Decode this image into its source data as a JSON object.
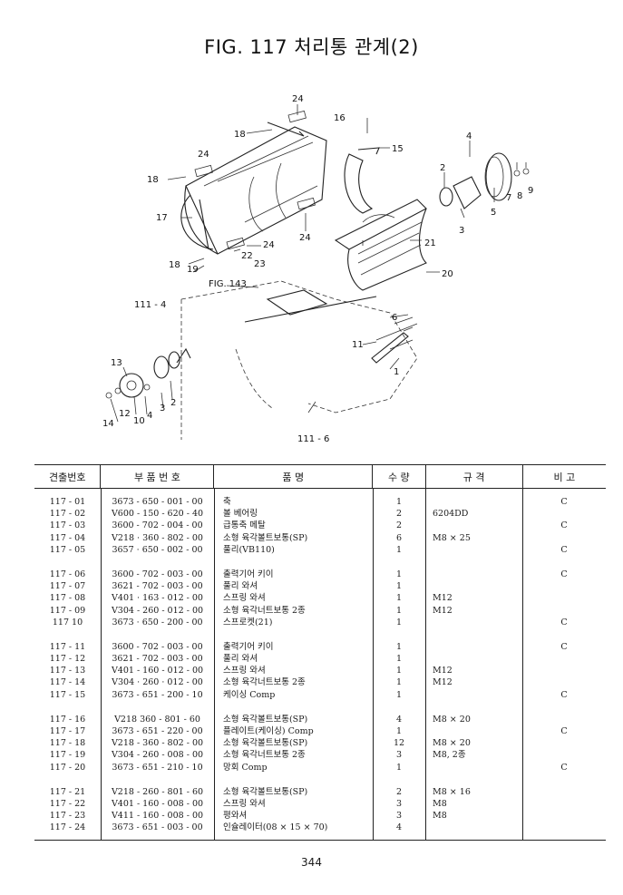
{
  "title": "FIG. 117 처리통 관계(2)",
  "callouts": {
    "c24a": "24",
    "c16": "16",
    "c18a": "18",
    "c15": "15",
    "c24b": "24",
    "c4a": "4",
    "c18b": "18",
    "c2a": "2",
    "c7": "7",
    "c8": "8",
    "c9": "9",
    "c17": "17",
    "c5": "5",
    "c3a": "3",
    "c24c": "24",
    "c21": "21",
    "c24d": "24",
    "c18c": "18",
    "c22": "22",
    "c19": "19",
    "c23": "23",
    "c20": "20",
    "fig143": "FIG. 143",
    "c111_4": "111 - 4",
    "c6": "6",
    "c11": "11",
    "c1": "1",
    "c13": "13",
    "c2b": "2",
    "c14": "14",
    "c12": "12",
    "c10": "10",
    "c4b": "4",
    "c3b": "3",
    "c111_6": "111 - 6"
  },
  "table": {
    "headers": {
      "col1": "견출번호",
      "col2": "부 품 번 호",
      "col3": "품          명",
      "col4": "수 량",
      "col5": "규      격",
      "col6": "비  고"
    },
    "groups": [
      [
        {
          "no": "117 - 01",
          "part": "3673 - 650 - 001 - 00",
          "name": "축",
          "qty": "1",
          "spec": "",
          "note": "C"
        },
        {
          "no": "117 - 02",
          "part": "V600 - 150 - 620 - 40",
          "name": "볼 베어링",
          "qty": "2",
          "spec": "6204DD",
          "note": ""
        },
        {
          "no": "117 - 03",
          "part": "3600 - 702 - 004 - 00",
          "name": "급통축 메탈",
          "qty": "2",
          "spec": "",
          "note": "C"
        },
        {
          "no": "117 - 04",
          "part": "V218 · 360 - 802 - 00",
          "name": "소형 육각볼트보통(SP)",
          "qty": "6",
          "spec": "M8 × 25",
          "note": ""
        },
        {
          "no": "117 - 05",
          "part": "3657 · 650 - 002 - 00",
          "name": "풀리(VB110)",
          "qty": "1",
          "spec": "",
          "note": "C"
        }
      ],
      [
        {
          "no": "117 - 06",
          "part": "3600 - 702 - 003 - 00",
          "name": "출력기어 키이",
          "qty": "1",
          "spec": "",
          "note": "C"
        },
        {
          "no": "117 - 07",
          "part": "3621 - 702 - 003 - 00",
          "name": "풀리 와셔",
          "qty": "1",
          "spec": "",
          "note": ""
        },
        {
          "no": "117 - 08",
          "part": "V401 · 163 - 012 - 00",
          "name": "스프링 와셔",
          "qty": "1",
          "spec": "M12",
          "note": ""
        },
        {
          "no": "117 - 09",
          "part": "V304 - 260 - 012 - 00",
          "name": "소형 육각너트보통 2종",
          "qty": "1",
          "spec": "M12",
          "note": ""
        },
        {
          "no": "117   10",
          "part": "3673 · 650 - 200 - 00",
          "name": "스프로켓(21)",
          "qty": "1",
          "spec": "",
          "note": "C"
        }
      ],
      [
        {
          "no": "117 - 11",
          "part": "3600 - 702 - 003 - 00",
          "name": "출력기어 키이",
          "qty": "1",
          "spec": "",
          "note": "C"
        },
        {
          "no": "117 - 12",
          "part": "3621 - 702 - 003 - 00",
          "name": "풀리 와셔",
          "qty": "1",
          "spec": "",
          "note": ""
        },
        {
          "no": "117 - 13",
          "part": "V401 - 160 - 012 - 00",
          "name": "스프링 와셔",
          "qty": "1",
          "spec": "M12",
          "note": ""
        },
        {
          "no": "117 - 14",
          "part": "V304 · 260 · 012 - 00",
          "name": "소형 육각너트보통 2종",
          "qty": "1",
          "spec": "M12",
          "note": ""
        },
        {
          "no": "117 - 15",
          "part": "3673 - 651 - 200 - 10",
          "name": "케이싱 Comp",
          "qty": "1",
          "spec": "",
          "note": "C"
        }
      ],
      [
        {
          "no": "117 - 16",
          "part": "V218   360 - 801 - 60",
          "name": "소형 육각볼트보통(SP)",
          "qty": "4",
          "spec": "M8 × 20",
          "note": ""
        },
        {
          "no": "117 - 17",
          "part": "3673 - 651 - 220 - 00",
          "name": "플레이트(케이싱) Comp",
          "qty": "1",
          "spec": "",
          "note": "C"
        },
        {
          "no": "117 - 18",
          "part": "V218 - 360 - 802 - 00",
          "name": "소형 육각볼트보통(SP)",
          "qty": "12",
          "spec": "M8 × 20",
          "note": ""
        },
        {
          "no": "117 - 19",
          "part": "V304 - 260 - 008 - 00",
          "name": "소형 육각너트보통 2종",
          "qty": "3",
          "spec": "M8, 2종",
          "note": ""
        },
        {
          "no": "117 - 20",
          "part": "3673 - 651 - 210 - 10",
          "name": "망회 Comp",
          "qty": "1",
          "spec": "",
          "note": "C"
        }
      ],
      [
        {
          "no": "117 - 21",
          "part": "V218 - 260 - 801 - 60",
          "name": "소형 육각볼트보통(SP)",
          "qty": "2",
          "spec": "M8 × 16",
          "note": ""
        },
        {
          "no": "117 - 22",
          "part": "V401 - 160 - 008 - 00",
          "name": "스프링 와셔",
          "qty": "3",
          "spec": "M8",
          "note": ""
        },
        {
          "no": "117 - 23",
          "part": "V411 - 160 - 008 - 00",
          "name": "평와셔",
          "qty": "3",
          "spec": "M8",
          "note": ""
        },
        {
          "no": "117 - 24",
          "part": "3673 - 651 - 003 - 00",
          "name": "인슐레이터(08 × 15 × 70)",
          "qty": "4",
          "spec": "",
          "note": ""
        }
      ]
    ]
  },
  "page_number": "344"
}
